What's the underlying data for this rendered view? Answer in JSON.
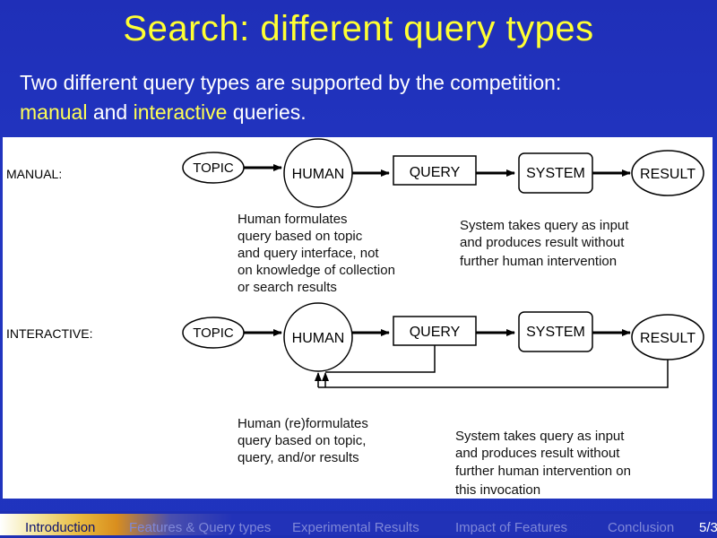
{
  "title": "Search: different query types",
  "subtitle": {
    "line1": "Two different query types are supported by the competition:",
    "manual": "manual",
    "and": " and ",
    "interactive": "interactive",
    "end": " queries."
  },
  "diagram": {
    "manual": {
      "row_label": "MANUAL:",
      "topic": "TOPIC",
      "human": "HUMAN",
      "query": "QUERY",
      "system": "SYSTEM",
      "result": "RESULT",
      "human_note": [
        "Human formulates",
        "query based on topic",
        "and query interface, not",
        "on knowledge of collection",
        "or search results"
      ],
      "system_note": [
        "System takes query as input",
        "and produces result without",
        "further human intervention"
      ]
    },
    "interactive": {
      "row_label": "INTERACTIVE:",
      "topic": "TOPIC",
      "human": "HUMAN",
      "query": "QUERY",
      "system": "SYSTEM",
      "result": "RESULT",
      "human_note": [
        "Human (re)formulates",
        "query based on topic,",
        "query, and/or results"
      ],
      "system_note": [
        "System takes query as input",
        "and produces result without",
        "further human intervention on",
        "this invocation"
      ]
    }
  },
  "footer": {
    "nav": [
      "Introduction",
      "Features & Query types",
      "Experimental Results",
      "Impact of Features",
      "Conclusion"
    ],
    "active_index": 0,
    "page": "5/3"
  },
  "colors": {
    "title": "#ffff33",
    "highlight": "#ffff55",
    "background": "#1f2fb8"
  }
}
